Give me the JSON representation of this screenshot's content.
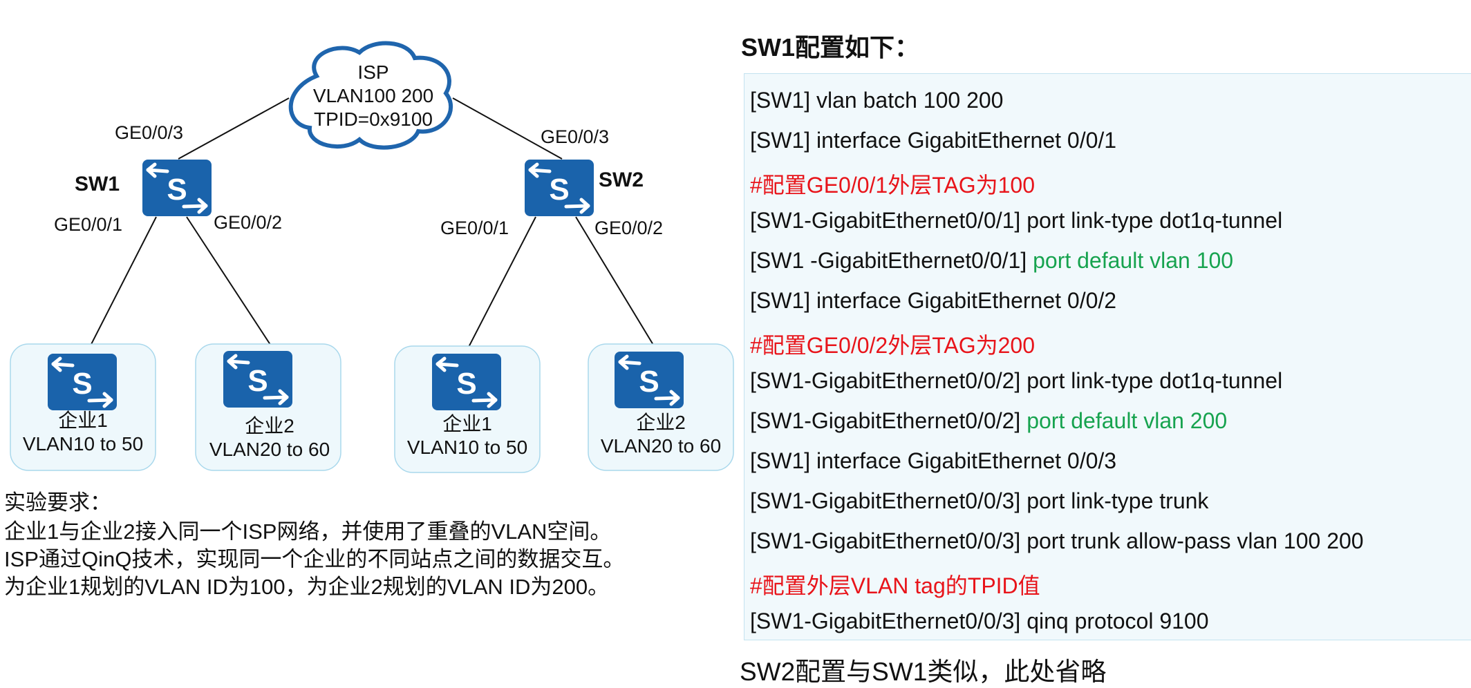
{
  "colors": {
    "switch_blue": "#1a63ab",
    "cloud_stroke": "#1f65ad",
    "enterprise_fill": "#eef8fc",
    "enterprise_border": "#a9d8ec",
    "panel_fill": "#f1f9fc",
    "panel_border": "#c4e3f0",
    "comment_red": "#e8141a",
    "highlight_green": "#17a34f"
  },
  "diagram": {
    "cloud": {
      "lines": [
        "ISP",
        "VLAN100 200",
        "TPID=0x9100"
      ]
    },
    "sw1": {
      "name": "SW1",
      "ports": {
        "uplink": "GE0/0/3",
        "left": "GE0/0/1",
        "right": "GE0/0/2"
      }
    },
    "sw2": {
      "name": "SW2",
      "ports": {
        "uplink": "GE0/0/3",
        "left": "GE0/0/1",
        "right": "GE0/0/2"
      }
    },
    "enterprises": [
      {
        "name": "企业1",
        "vlans": "VLAN10 to 50"
      },
      {
        "name": "企业2",
        "vlans": "VLAN20 to 60"
      },
      {
        "name": "企业1",
        "vlans": "VLAN10 to 50"
      },
      {
        "name": "企业2",
        "vlans": "VLAN20 to 60"
      }
    ]
  },
  "requirements": {
    "title": "实验要求：",
    "lines": [
      "企业1与企业2接入同一个ISP网络，并使用了重叠的VLAN空间。",
      "ISP通过QinQ技术，实现同一个企业的不同站点之间的数据交互。",
      "为企业1规划的VLAN ID为100，为企业2规划的VLAN ID为200。"
    ]
  },
  "config": {
    "title": "SW1配置如下：",
    "lines": [
      {
        "type": "cmd",
        "text": "[SW1] vlan batch 100 200",
        "highlight": ""
      },
      {
        "type": "cmd",
        "text": "[SW1] interface GigabitEthernet 0/0/1",
        "highlight": ""
      },
      {
        "type": "comment",
        "text": "#配置GE0/0/1外层TAG为100",
        "highlight": ""
      },
      {
        "type": "cmd",
        "text": "[SW1-GigabitEthernet0/0/1] port link-type dot1q-tunnel",
        "highlight": ""
      },
      {
        "type": "cmd",
        "text": "[SW1 -GigabitEthernet0/0/1] ",
        "highlight": "port default vlan 100"
      },
      {
        "type": "cmd",
        "text": "[SW1] interface GigabitEthernet 0/0/2",
        "highlight": ""
      },
      {
        "type": "comment",
        "text": "#配置GE0/0/2外层TAG为200",
        "highlight": ""
      },
      {
        "type": "cmd",
        "text": "[SW1-GigabitEthernet0/0/2] port link-type dot1q-tunnel",
        "highlight": ""
      },
      {
        "type": "cmd",
        "text": "[SW1-GigabitEthernet0/0/2] ",
        "highlight": "port default vlan 200"
      },
      {
        "type": "cmd",
        "text": "[SW1] interface GigabitEthernet 0/0/3",
        "highlight": ""
      },
      {
        "type": "cmd",
        "text": "[SW1-GigabitEthernet0/0/3] port link-type trunk",
        "highlight": ""
      },
      {
        "type": "cmd",
        "text": "[SW1-GigabitEthernet0/0/3] port trunk allow-pass vlan 100 200",
        "highlight": ""
      },
      {
        "type": "comment",
        "text": "#配置外层VLAN tag的TPID值",
        "highlight": ""
      },
      {
        "type": "cmd",
        "text": "[SW1-GigabitEthernet0/0/3] qinq protocol 9100",
        "highlight": ""
      }
    ],
    "footer": "SW2配置与SW1类似，此处省略"
  }
}
